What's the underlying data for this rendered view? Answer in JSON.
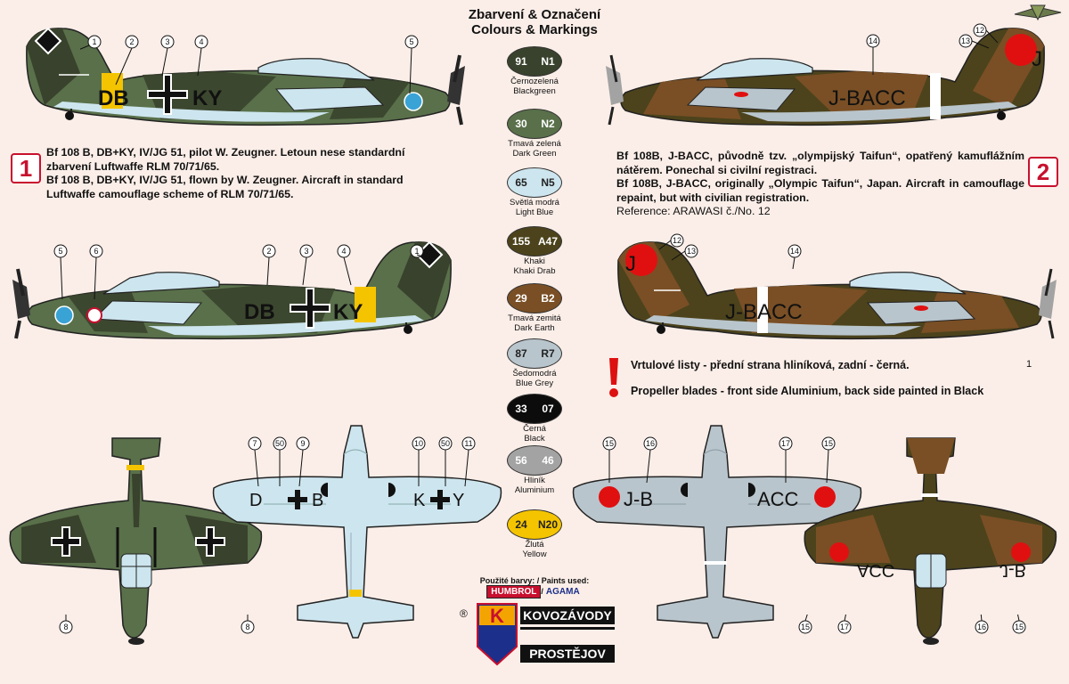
{
  "header": {
    "title_cz": "Zbarvení & Označení",
    "title_en": "Colours & Markings"
  },
  "palette": [
    {
      "code_a": "91",
      "code_b": "N1",
      "name_cz": "Černozelená",
      "name_en": "Blackgreen",
      "color": "#39422c"
    },
    {
      "code_a": "30",
      "code_b": "N2",
      "name_cz": "Tmavá zelená",
      "name_en": "Dark Green",
      "color": "#59704a"
    },
    {
      "code_a": "65",
      "code_b": "N5",
      "name_cz": "Světlá modrá",
      "name_en": "Light Blue",
      "color": "#cde5ee"
    },
    {
      "code_a": "155",
      "code_b": "A47",
      "name_cz": "Khaki",
      "name_en": "Khaki Drab",
      "color": "#4c431c"
    },
    {
      "code_a": "29",
      "code_b": "B2",
      "name_cz": "Tmavá zemitá",
      "name_en": "Dark Earth",
      "color": "#7a4f25"
    },
    {
      "code_a": "87",
      "code_b": "R7",
      "name_cz": "Šedomodrá",
      "name_en": "Blue Grey",
      "color": "#b9c5cc"
    },
    {
      "code_a": "33",
      "code_b": "07",
      "name_cz": "Černá",
      "name_en": "Black",
      "color": "#0c0c0c"
    },
    {
      "code_a": "56",
      "code_b": "46",
      "name_cz": "Hliník",
      "name_en": "Aluminium",
      "color": "#a3a3a3"
    },
    {
      "code_a": "24",
      "code_b": "N20",
      "name_cz": "Žlutá",
      "name_en": "Yellow",
      "color": "#f4c400"
    }
  ],
  "scheme1": {
    "badge": "1",
    "desc_cz": "Bf 108 B, DB+KY, IV/JG 51, pilot W. Zeugner. Letoun nese standardní zbarvení Luftwaffe RLM 70/71/65.",
    "desc_en": "Bf 108 B, DB+KY, IV/JG 51, flown by W. Zeugner. Aircraft in standard Luftwaffe camouflage scheme of RLM 70/71/65.",
    "reg_left": "DB",
    "reg_right": "KY",
    "wing_left_a": "D",
    "wing_left_b": "B",
    "wing_right_a": "K",
    "wing_right_b": "Y"
  },
  "scheme2": {
    "badge": "2",
    "desc_cz": "Bf 108B, J-BACC, původně tzv. „olympijský Taifun“, opatřený kamufláž­ním nátěrem. Ponechal si civilní registraci.",
    "desc_en": "Bf 108B, J-BACC, originally „Olympic Taifun“, Japan. Aircraft in camouflage repaint, but with civilian registration.",
    "reference": "Reference: ARAWASI č./No. 12",
    "reg": "J-BACC",
    "tail_letter": "J",
    "wing_left": "J-B",
    "wing_right": "ACC"
  },
  "callouts": {
    "top_left": [
      "1",
      "2",
      "3",
      "4",
      "5"
    ],
    "mid_left": [
      "5",
      "6",
      "2",
      "3",
      "4",
      "1"
    ],
    "top_right": [
      "14",
      "13",
      "12"
    ],
    "mid_right": [
      "12",
      "13",
      "14"
    ],
    "bottom_left_top": [
      "8",
      "8"
    ],
    "bottom_wing1": [
      "7",
      "50",
      "9",
      "10",
      "50",
      "11"
    ],
    "bottom_wing2": [
      "15",
      "16",
      "17",
      "15"
    ],
    "bottom_right": [
      "15",
      "17",
      "16",
      "15"
    ]
  },
  "propeller_note": {
    "cz": "Vrtulové listy - přední strana hliníková, zadní - černá.",
    "en": "Propeller blades - front side Aluminium, back side painted in Black",
    "marker": "1"
  },
  "paints": {
    "label": "Použité barvy: / Paints used:",
    "brand1": "HUMBROL",
    "brand2": "AGAMA"
  },
  "maker": {
    "line1": "KOVOZÁVODY",
    "line2": "PROSTĚJOV",
    "symbol": "K",
    "reg_mark": "®"
  }
}
